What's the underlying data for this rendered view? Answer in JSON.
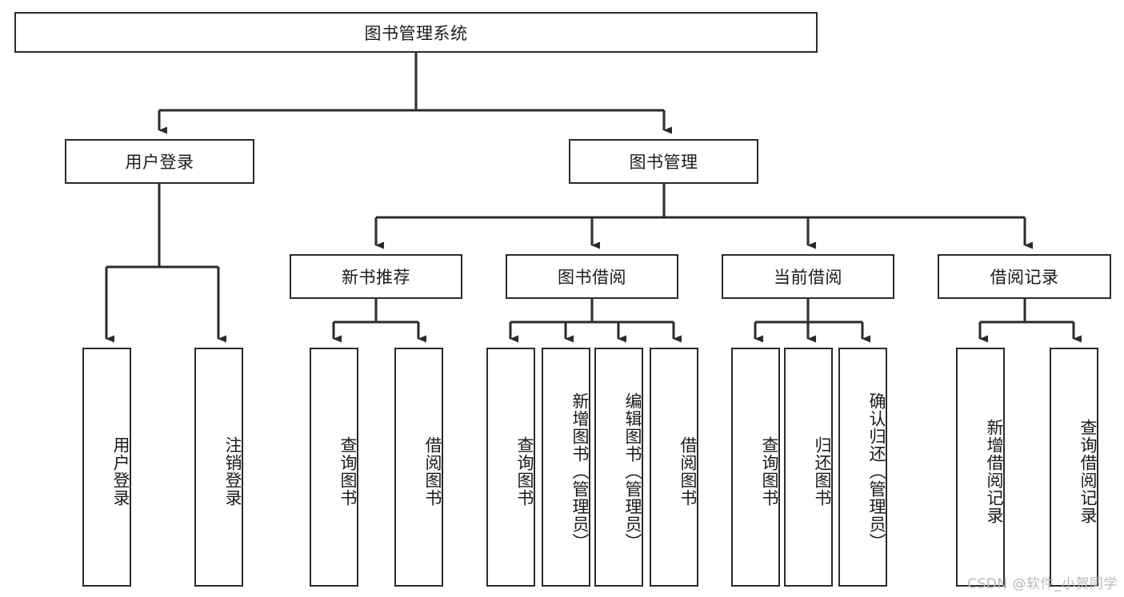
{
  "diagram": {
    "title": "图书管理系统",
    "type": "tree-hierarchy-functional-decomposition",
    "watermark": "CSDN @软件_小贺同学",
    "colors": {
      "stroke": "#2b2b2b",
      "fill": "#ffffff",
      "text": "#1a1a1a",
      "watermark": "#b9b9b9"
    },
    "nodes": {
      "root": {
        "label": "图书管理系统"
      },
      "level2": [
        {
          "id": "user-login",
          "label": "用户登录"
        },
        {
          "id": "book-management",
          "label": "图书管理"
        }
      ],
      "level3": [
        {
          "id": "new-book-recommend",
          "label": "新书推荐"
        },
        {
          "id": "book-borrow",
          "label": "图书借阅"
        },
        {
          "id": "current-borrow",
          "label": "当前借阅"
        },
        {
          "id": "borrow-record",
          "label": "借阅记录"
        }
      ],
      "leaves": {
        "user-login": [
          {
            "id": "leaf-user-login",
            "label": "用户登录"
          },
          {
            "id": "leaf-logout-login",
            "label": "注销登录"
          }
        ],
        "new-book-recommend": [
          {
            "id": "leaf-query-book-1",
            "label": "查询图书"
          },
          {
            "id": "leaf-borrow-book-1",
            "label": "借阅图书"
          }
        ],
        "book-borrow": [
          {
            "id": "leaf-query-book-2",
            "label": "查询图书"
          },
          {
            "id": "leaf-add-book",
            "label": "新增图书（管理员）"
          },
          {
            "id": "leaf-edit-book",
            "label": "编辑图书（管理员）"
          },
          {
            "id": "leaf-borrow-book-2",
            "label": "借阅图书"
          }
        ],
        "current-borrow": [
          {
            "id": "leaf-query-book-3",
            "label": "查询图书"
          },
          {
            "id": "leaf-return-book",
            "label": "归还图书"
          },
          {
            "id": "leaf-confirm-return",
            "label": "确认归还（管理员）"
          }
        ],
        "borrow-record": [
          {
            "id": "leaf-add-record",
            "label": "新增借阅记录"
          },
          {
            "id": "leaf-query-record",
            "label": "查询借阅记录"
          }
        ]
      }
    }
  }
}
